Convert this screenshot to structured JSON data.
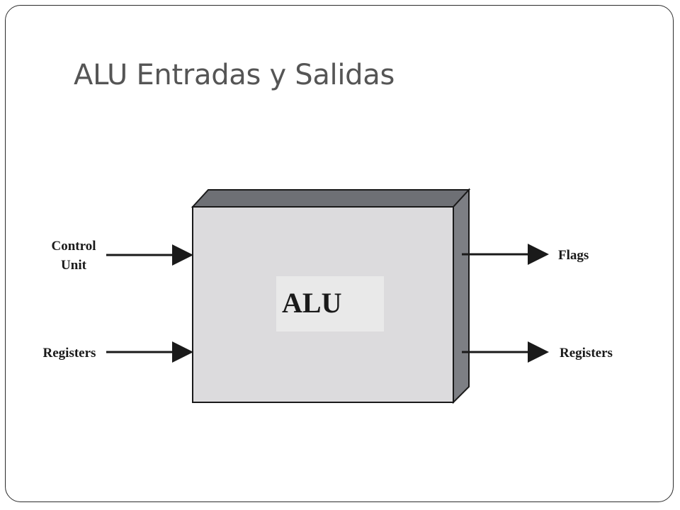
{
  "slide": {
    "title": "ALU Entradas y Salidas"
  },
  "diagram": {
    "block_label": "ALU",
    "inputs": [
      {
        "label_line1": "Control",
        "label_line2": "Unit"
      },
      {
        "label": "Registers"
      }
    ],
    "outputs": [
      {
        "label": "Flags"
      },
      {
        "label": "Registers"
      }
    ],
    "colors": {
      "block_face": "#dcdbdd",
      "block_side": "#7d7f84",
      "block_top": "#6e7075",
      "label_panel": "#e9e9e9",
      "outline": "#1a1a1a",
      "title_text": "#555555"
    }
  }
}
